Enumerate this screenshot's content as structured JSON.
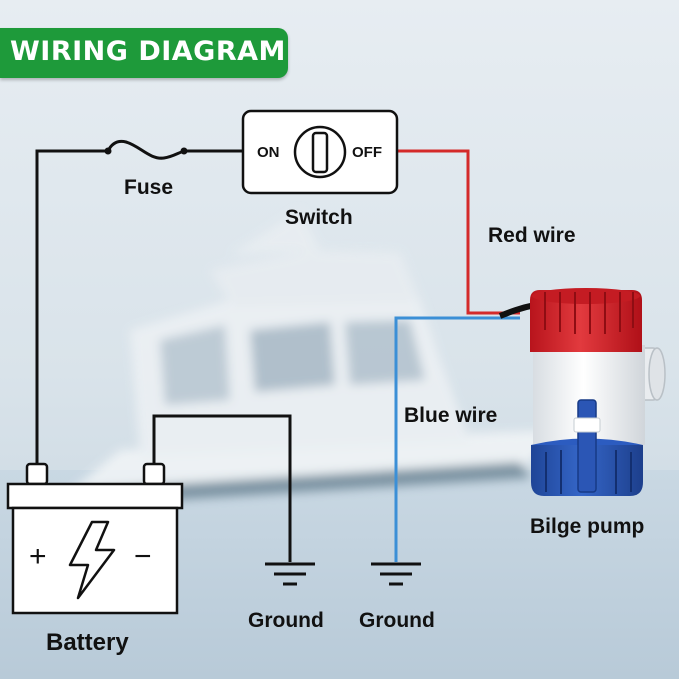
{
  "title": "WIRING DIAGRAM",
  "labels": {
    "fuse": "Fuse",
    "switch": "Switch",
    "switch_on": "ON",
    "switch_off": "OFF",
    "red_wire": "Red wire",
    "blue_wire": "Blue wire",
    "bilge_pump": "Bilge pump",
    "battery": "Battery",
    "battery_plus": "+",
    "battery_minus": "−",
    "ground_left": "Ground",
    "ground_right": "Ground"
  },
  "colors": {
    "banner": "#1e9a3a",
    "red_wire": "#d42a2a",
    "blue_wire": "#3b8fd6",
    "black_wire": "#111111",
    "pump_top": "#d2232a",
    "pump_body": "#f4f4f4",
    "pump_base": "#2b56b5"
  },
  "icons": {
    "battery_symbol": "lightning-bolt-icon",
    "ground_symbol": "ground-icon",
    "fuse_symbol": "fuse-icon"
  }
}
